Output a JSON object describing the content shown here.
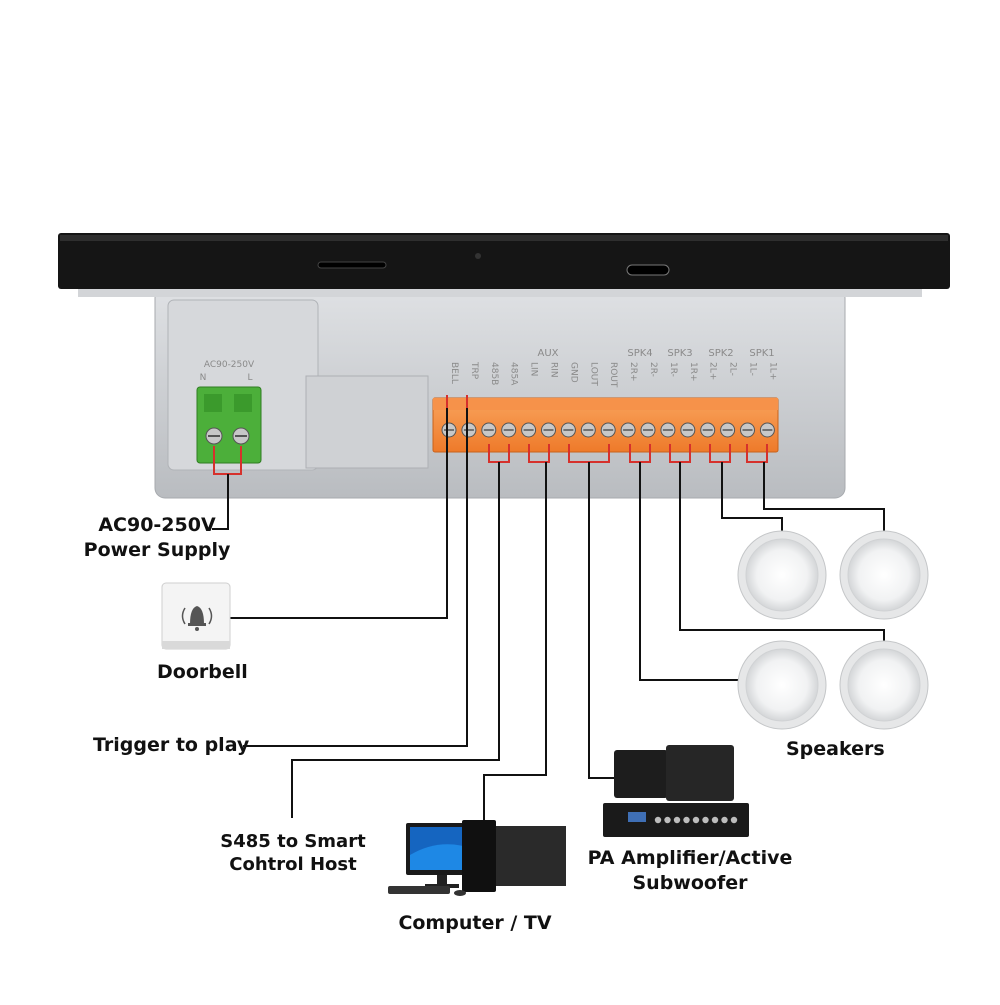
{
  "device": {
    "power_header": "AC90-250V",
    "power_pins": [
      "N",
      "L"
    ],
    "aux_label": "AUX",
    "spk_groups": [
      "SPK4",
      "SPK3",
      "SPK2",
      "SPK1"
    ],
    "terminals": [
      "BELL",
      "TRP",
      "485B",
      "485A",
      "LIN",
      "RIN",
      "GND",
      "LOUT",
      "ROUT",
      "2R+",
      "2R-",
      "1R-",
      "1R+",
      "2L+",
      "2L-",
      "1L-",
      "1L+"
    ]
  },
  "labels": {
    "power_line1": "AC90-250V",
    "power_line2": "Power Supply",
    "doorbell": "Doorbell",
    "trigger": "Trigger to play",
    "s485_line1": "S485 to Smart",
    "s485_line2": "Cohtrol Host",
    "computer": "Computer / TV",
    "amp_line1": "PA Amplifier/Active",
    "amp_line2": "Subwoofer",
    "speakers": "Speakers"
  },
  "icons": {
    "doorbell": "doorbell-bell-icon",
    "computer": "desktop-computer-icon",
    "amplifier": "amplifier-rack-icon",
    "subwoofer": "subwoofer-icon",
    "speaker": "ceiling-speaker-icon"
  },
  "colors": {
    "terminal_orange": "#f58a3c",
    "terminal_green": "#4caf3a",
    "wire_red": "#d6312c",
    "panel_black": "#151515",
    "housing_grey": "#c9ccd0"
  }
}
